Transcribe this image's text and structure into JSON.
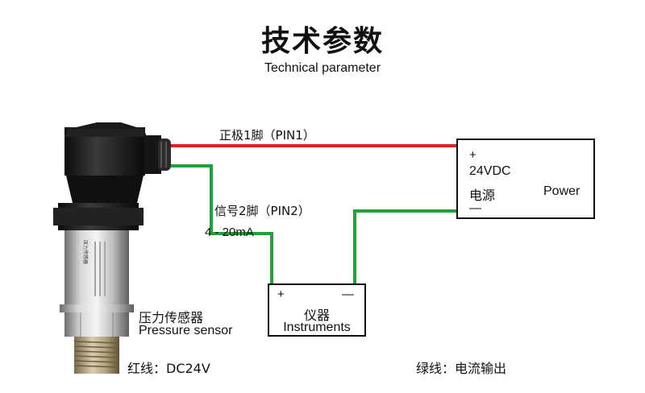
{
  "title": {
    "cn": "技术参数",
    "en": "Technical parameter"
  },
  "wires": {
    "pin1_label": "正极1脚（PIN1）",
    "pin2_label": "信号2脚（PIN2）",
    "signal_range": "4 - 20mA",
    "red_color": "#e0201c",
    "green_color": "#1fa23c"
  },
  "power": {
    "plus": "+",
    "voltage": "24VDC",
    "cn": "电源",
    "en": "Power",
    "minus": "—"
  },
  "instruments": {
    "plus": "+",
    "minus": "—",
    "cn": "仪器",
    "en": "Instruments"
  },
  "sensor": {
    "cn": "压力传感器",
    "en": "Pressure sensor"
  },
  "legend": {
    "red": "红线：DC24V",
    "green": "绿线：电流输出"
  }
}
